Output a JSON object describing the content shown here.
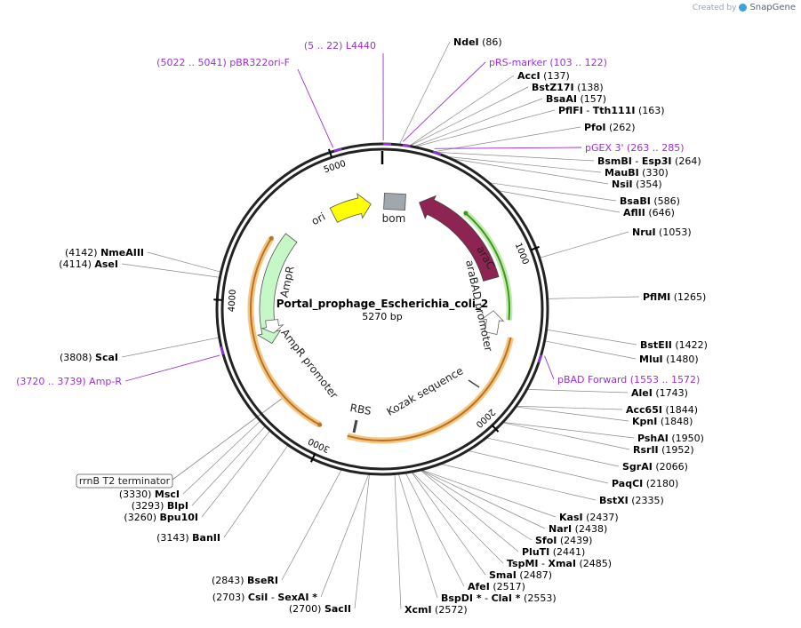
{
  "credit": {
    "created_by": "Created by",
    "brand": "SnapGene"
  },
  "plasmid": {
    "name": "Portal_prophage_Escherichia_coli_2",
    "size_label": "5270 bp",
    "length": 5270
  },
  "ticks": [
    "1000",
    "2000",
    "3000",
    "4000",
    "5000"
  ],
  "features": [
    {
      "name": "ori",
      "color": "#ffff00",
      "label": "ori"
    },
    {
      "name": "bom",
      "color": "#a0a8ad",
      "label": "bom"
    },
    {
      "name": "araC",
      "color": "#8e2451",
      "label": "araC"
    },
    {
      "name": "araBAD promoter",
      "color": "#ffffff",
      "label": "araBAD promoter"
    },
    {
      "name": "AmpR",
      "color": "#c6f7c6",
      "label": "AmpR"
    },
    {
      "name": "AmpR promoter",
      "color": "#ffffff",
      "label": "AmpR promoter"
    },
    {
      "name": "RBS",
      "color": "#cccccc",
      "label": "RBS"
    },
    {
      "name": "Kozak sequence",
      "color": "#333333",
      "label": "Kozak sequence"
    },
    {
      "name": "rrnB T2 terminator",
      "color": "#cccccc",
      "label": "rrnB T2 terminator"
    }
  ],
  "sites": [
    {
      "name": "NdeI",
      "pos": "(86)"
    },
    {
      "name": "AccI",
      "pos": "(137)"
    },
    {
      "name": "BstZ17I",
      "pos": "(138)"
    },
    {
      "name": "BsaAI",
      "pos": "(157)"
    },
    {
      "name": "PflFI",
      "name2": "Tth111I",
      "pos": "(163)"
    },
    {
      "name": "PfoI",
      "pos": "(262)"
    },
    {
      "name": "BsmBI",
      "name2": "Esp3I",
      "pos": "(264)"
    },
    {
      "name": "MauBI",
      "pos": "(330)"
    },
    {
      "name": "NsiI",
      "pos": "(354)"
    },
    {
      "name": "BsaBI",
      "pos": "(586)"
    },
    {
      "name": "AflII",
      "pos": "(646)"
    },
    {
      "name": "NruI",
      "pos": "(1053)"
    },
    {
      "name": "PflMI",
      "pos": "(1265)"
    },
    {
      "name": "BstEII",
      "pos": "(1422)"
    },
    {
      "name": "MluI",
      "pos": "(1480)"
    },
    {
      "name": "AleI",
      "pos": "(1743)"
    },
    {
      "name": "Acc65I",
      "pos": "(1844)"
    },
    {
      "name": "KpnI",
      "pos": "(1848)"
    },
    {
      "name": "PshAI",
      "pos": "(1950)"
    },
    {
      "name": "RsrII",
      "pos": "(1952)"
    },
    {
      "name": "SgrAI",
      "pos": "(2066)"
    },
    {
      "name": "PaqCI",
      "pos": "(2180)"
    },
    {
      "name": "BstXI",
      "pos": "(2335)"
    },
    {
      "name": "KasI",
      "pos": "(2437)"
    },
    {
      "name": "NarI",
      "pos": "(2438)"
    },
    {
      "name": "SfoI",
      "pos": "(2439)"
    },
    {
      "name": "PluTI",
      "pos": "(2441)"
    },
    {
      "name": "TspMI",
      "name2": "XmaI",
      "pos": "(2485)"
    },
    {
      "name": "SmaI",
      "pos": "(2487)"
    },
    {
      "name": "AfeI",
      "pos": "(2517)"
    },
    {
      "name": "BspDI *",
      "name2": "ClaI *",
      "pos": "(2553)"
    },
    {
      "name": "XcmI",
      "pos": "(2572)"
    },
    {
      "name": "SacII",
      "pos": "(2700)"
    },
    {
      "name": "CsiI",
      "name2": "SexAI *",
      "pos": "(2703)"
    },
    {
      "name": "BseRI",
      "pos": "(2843)"
    },
    {
      "name": "BanII",
      "pos": "(3143)"
    },
    {
      "name": "Bpu10I",
      "pos": "(3260)"
    },
    {
      "name": "BlpI",
      "pos": "(3293)"
    },
    {
      "name": "MscI",
      "pos": "(3330)"
    },
    {
      "name": "ScaI",
      "pos": "(3808)"
    },
    {
      "name": "AseI",
      "pos": "(4114)"
    },
    {
      "name": "NmeAIII",
      "pos": "(4142)"
    }
  ],
  "primers": [
    {
      "name": "pRS-marker",
      "pos": "(103 .. 122)"
    },
    {
      "name": "pGEX 3'",
      "pos": "(263 .. 285)"
    },
    {
      "name": "pBAD Forward",
      "pos": "(1553 .. 1572)"
    },
    {
      "name": "Amp-R",
      "pos": "(3720 .. 3739)"
    },
    {
      "name": "L4440",
      "pos": "(5 .. 22)"
    },
    {
      "name": "pBR322ori-F",
      "pos": "(5022 .. 5041)"
    }
  ],
  "colors": {
    "primer": "#9b30d9",
    "backbone": "#222222",
    "feature_glow": "#f5c77e"
  }
}
